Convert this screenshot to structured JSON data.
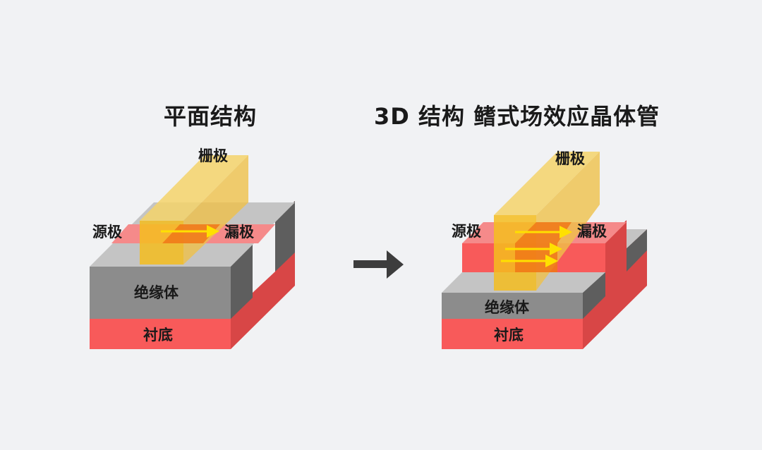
{
  "titles": {
    "planar": "平面结构",
    "finfet": "3D 结构 鳍式场效应晶体管"
  },
  "planar": {
    "gate": "栅极",
    "source": "源极",
    "drain": "漏极",
    "insulator": "绝缘体",
    "substrate": "衬底",
    "current_arrows": 1
  },
  "finfet": {
    "gate": "栅极",
    "source": "源极",
    "drain": "漏极",
    "insulator": "绝缘体",
    "substrate": "衬底",
    "current_arrows": 3
  },
  "transition_arrow": "right-arrow-icon",
  "colors": {
    "background": "#f1f2f4",
    "substrate_front": "#f85a5a",
    "substrate_side": "#d84646",
    "insulator_front": "#8c8c8c",
    "insulator_top": "#c4c4c4",
    "insulator_side": "#5e5e5e",
    "gate": "#f5c518",
    "channel": "#f07818",
    "current_arrow": "#ffe000",
    "transition_arrow": "#3d3d3d"
  }
}
